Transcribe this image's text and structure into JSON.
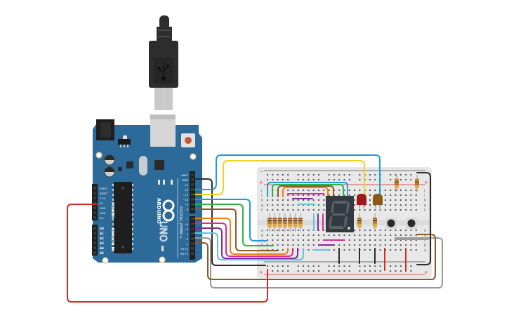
{
  "canvas": {
    "background": "#ffffff",
    "description": "Tinkercad circuit: Arduino Uno wired to breadboard with 7-segment display, 2 LEDs, 2 pushbuttons and resistors"
  },
  "arduino": {
    "board_color": "#2b6a99",
    "brand_label": "ARDUINO",
    "model_label": "UNO",
    "digital_header_label": "DIGITAL (PWM~)",
    "power_header_label": "POWER",
    "analog_header_label": "ANALOG IN",
    "power_pins": [
      "IOREF",
      "RESET",
      "3.3V",
      "5V",
      "GND",
      "GND",
      "Vin"
    ],
    "analog_pins": [
      "A0",
      "A1",
      "A2",
      "A3",
      "A4",
      "A5"
    ],
    "digital_pins_top": [
      "AREF",
      "GND",
      "13",
      "12",
      "~11",
      "~10",
      "~9",
      "8"
    ],
    "digital_pins_bottom": [
      "7",
      "~6",
      "~5",
      "4",
      "~3",
      "2",
      "TX→1",
      "RX←0"
    ],
    "led_labels": [
      "RX",
      "TX",
      "L"
    ],
    "on_label": "ON"
  },
  "usb_cable": {
    "icon": "usb-icon",
    "plug_color": "#2d2d2d",
    "connector_color": "#cccccc"
  },
  "breadboard": {
    "color": "#e8e8e8",
    "row_letters_top": [
      "j",
      "i",
      "h",
      "g",
      "f"
    ],
    "row_letters_bottom": [
      "e",
      "d",
      "c",
      "b",
      "a"
    ],
    "rail_plus": "+",
    "rail_minus": "−",
    "rail_plus_color": "#d42a2a"
  },
  "components": {
    "seven_segment": {
      "label": "7-segment display",
      "color": "#333a40",
      "segment_color": "#4d545a"
    },
    "leds": [
      {
        "name": "red-led",
        "color": "#9b1b1b"
      },
      {
        "name": "amber-led",
        "color": "#8a5a14"
      }
    ],
    "segment_resistor_count": 7,
    "pushbutton_count": 2
  },
  "wires": {
    "colors": {
      "gnd": "#2c2c2c",
      "pin12": "#1f9bd7",
      "pin11": "#f2d21a",
      "pin10": "#1f9bd7",
      "pin9": "#2db34a",
      "pin8": "#8b5a2b",
      "pin7": "#f07f13",
      "pin6": "#d62d95",
      "pin5": "#7a2d9c",
      "pin4": "#5ec6d6",
      "pin3": "#9a9a9a",
      "pin2": "#8b5a2b",
      "5v": "#d42a2a"
    }
  }
}
